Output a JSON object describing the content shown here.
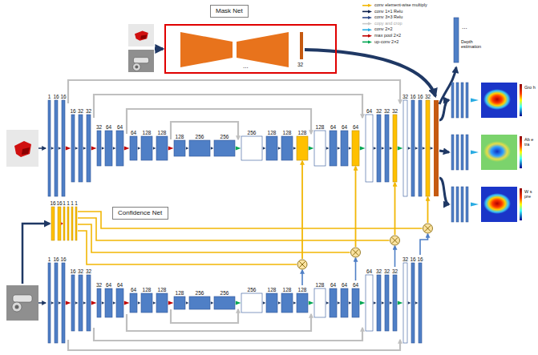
{
  "diagram": {
    "nodes": [
      {
        "text": [
          "Mask Net"
        ]
      },
      {
        "text": [
          "...",
          "32"
        ]
      },
      {
        "text": [
          "Confidence Net"
        ]
      },
      {
        "text": [
          "...",
          "Depth estimation"
        ]
      }
    ],
    "labels": [
      "1",
      "16",
      "16",
      "16",
      "32",
      "32",
      "32",
      "64",
      "64",
      "64",
      "128",
      "128",
      "128",
      "256",
      "256",
      "256",
      "128",
      "128",
      "128",
      "128",
      "64",
      "64",
      "64",
      "64",
      "32",
      "32",
      "32",
      "32",
      "16",
      "16",
      "32",
      "1",
      "16",
      "16",
      "16",
      "32",
      "32",
      "32",
      "64",
      "64",
      "64",
      "128",
      "128",
      "128",
      "256",
      "256",
      "256",
      "128",
      "128",
      "128",
      "128",
      "64",
      "64",
      "64",
      "64",
      "32",
      "32",
      "32",
      "32",
      "16",
      "16",
      "16",
      "16",
      "1",
      "1",
      "1",
      "1",
      "Gro h",
      "Ab e tra",
      "W s pre"
    ],
    "legend": [
      {
        "text": "conv element-wise multiply"
      },
      {
        "text": "conv 1×1 Relu"
      },
      {
        "text": "conv 3×3 Relu"
      },
      {
        "text": "copy and crop"
      },
      {
        "text": "conv 2×2"
      },
      {
        "text": "max pool 2×2"
      },
      {
        "text": "up-conv 2×2"
      }
    ]
  }
}
